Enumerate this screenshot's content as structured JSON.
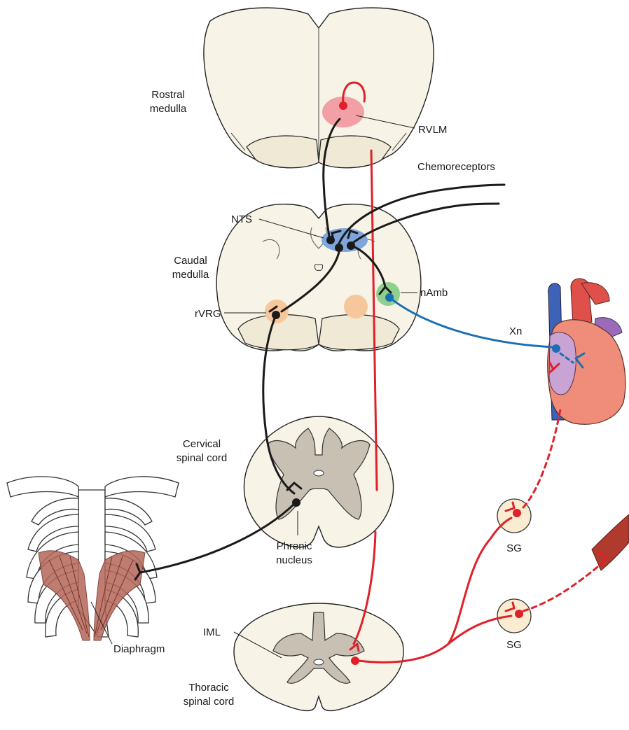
{
  "labels": {
    "rostral_medulla": [
      "Rostral",
      "medulla"
    ],
    "rvlm": "RVLM",
    "chemoreceptors": "Chemoreceptors",
    "nts": "NTS",
    "caudal_medulla": [
      "Caudal",
      "medulla"
    ],
    "namb": "nAmb",
    "rvrg": "rVRG",
    "xn": "Xn",
    "cervical_spinal_cord": [
      "Cervical",
      "spinal cord"
    ],
    "phrenic_nucleus": [
      "Phrenic",
      "nucleus"
    ],
    "sg_upper": "SG",
    "sg_lower": "SG",
    "diaphragm": "Diaphragm",
    "iml": "IML",
    "thoracic_spinal_cord": [
      "Thoracic",
      "spinal cord"
    ]
  },
  "colors": {
    "sympathetic_pathway": "#e0202a",
    "respiratory_pathway": "#1a1a1a",
    "vagal_pathway": "#1a6fb4",
    "rvlm_region": "#f2a0a6",
    "nts_region": "#7fa6dc",
    "namb_region": "#8fd08f",
    "rvrg_region": "#f7c79c",
    "tissue": "#f7f3e6",
    "grey_matter": "#c8c0b3"
  }
}
